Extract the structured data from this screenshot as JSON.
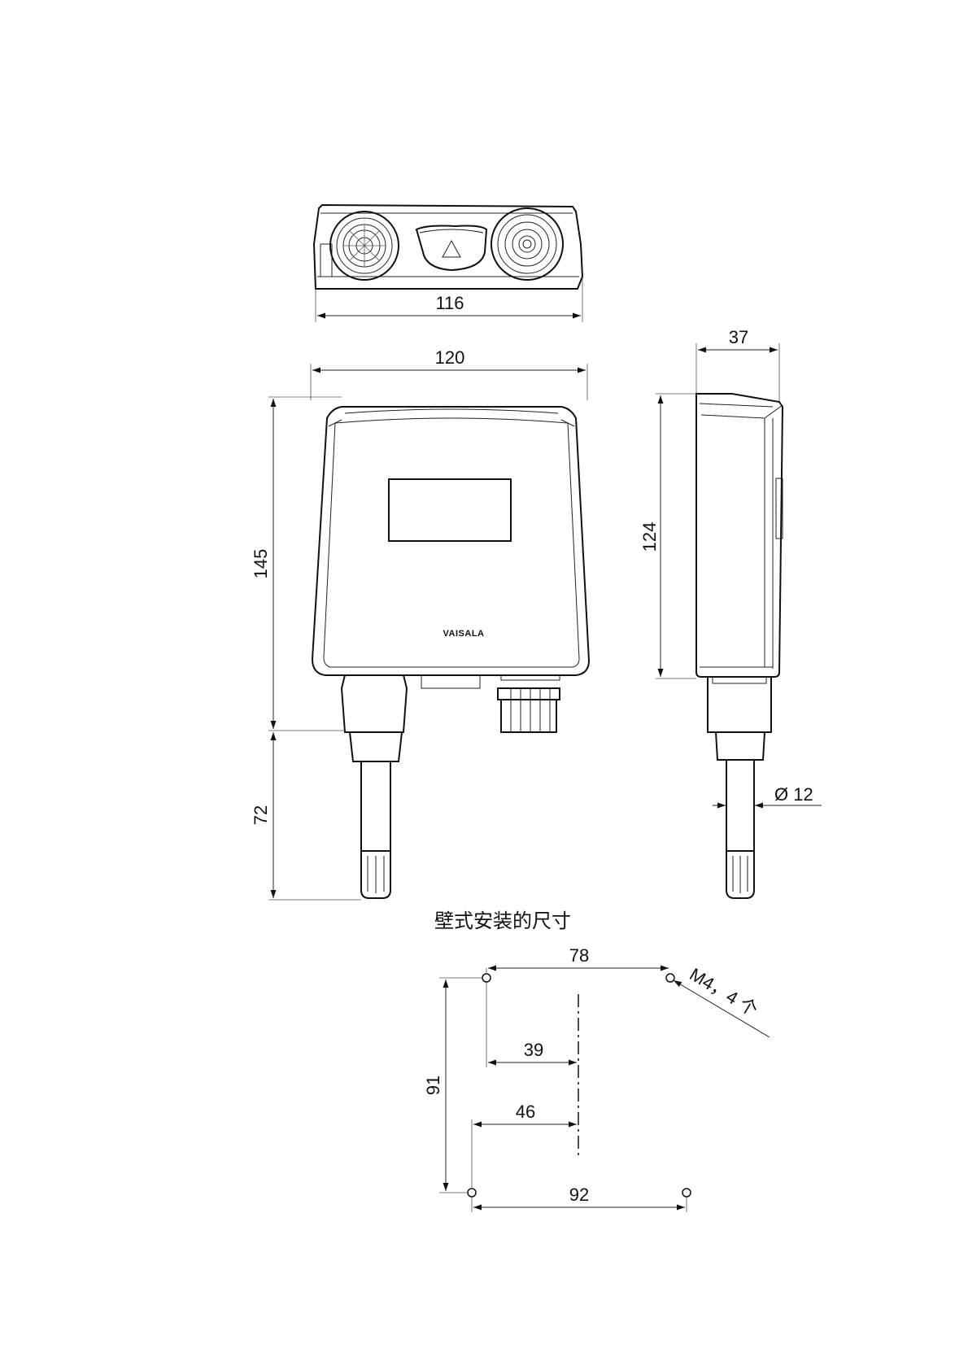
{
  "drawing": {
    "dimensions": {
      "top_width": "116",
      "front_width": "120",
      "side_depth": "37",
      "front_height": "145",
      "side_height": "124",
      "probe_length": "72",
      "probe_diameter": "Ø 12"
    },
    "brand_mark": "VAISALA",
    "mounting": {
      "title": "壁式安装的尺寸",
      "dim_top": "78",
      "dim_half_top": "39",
      "dim_half_bottom": "46",
      "dim_bottom": "92",
      "dim_height": "91",
      "screw_note": "M4，4 个"
    }
  }
}
